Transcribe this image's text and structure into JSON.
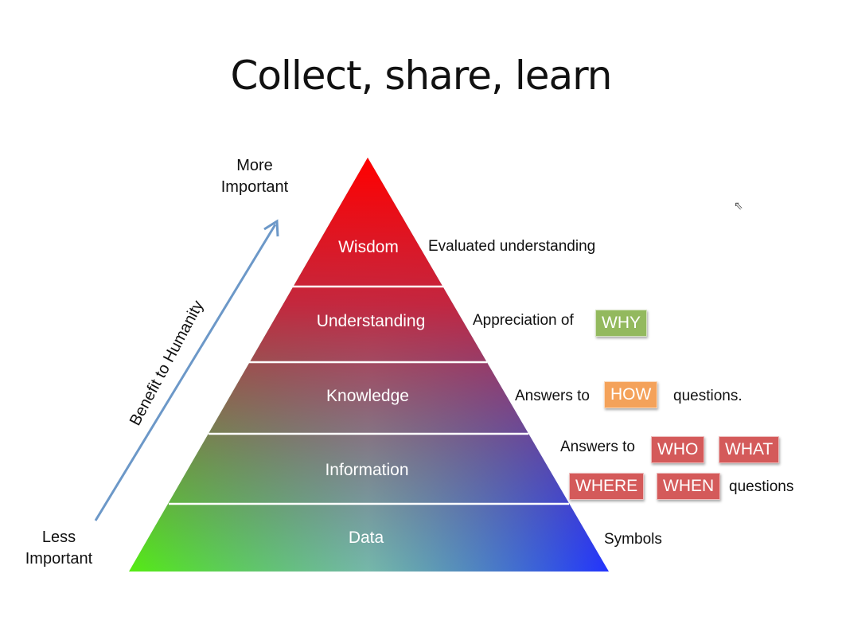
{
  "title": "Collect, share, learn",
  "axis": {
    "top_line1": "More",
    "top_line2": "Important",
    "bottom_line1": "Less",
    "bottom_line2": "Important",
    "arrow_label": "Benefit to Humanity"
  },
  "levels": [
    {
      "label": "Wisdom",
      "description": "Evaluated understanding"
    },
    {
      "label": "Understanding",
      "description": "Appreciation of"
    },
    {
      "label": "Knowledge",
      "description_pre": "Answers to",
      "description_post": "questions."
    },
    {
      "label": "Information",
      "description_pre": "Answers to",
      "description_post": "questions"
    },
    {
      "label": "Data",
      "description": "Symbols"
    }
  ],
  "tags": {
    "why": "WHY",
    "how": "HOW",
    "who": "WHO",
    "what": "WHAT",
    "where": "WHERE",
    "when": "WHEN"
  },
  "colors": {
    "top": "#ff0000",
    "left_bottom": "#55ee00",
    "right_bottom": "#2222ff",
    "arrow": "#6c98c8"
  }
}
